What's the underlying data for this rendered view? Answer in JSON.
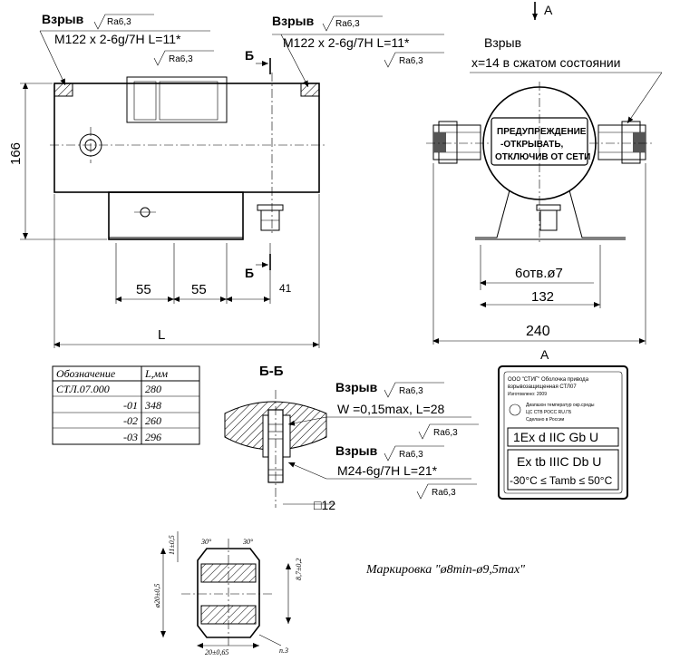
{
  "front_view": {
    "callout_left": {
      "label": "Взрыв",
      "roughness": "Ra6,3",
      "thread": "M122 x 2-6g/7H L=11*",
      "roughness2": "Ra6,3"
    },
    "callout_right": {
      "label": "Взрыв",
      "roughness": "Ra6,3",
      "thread": "M122 x 2-6g/7H L=11*",
      "roughness2": "Ra6,3"
    },
    "height_dim": "166",
    "dim_55_a": "55",
    "dim_55_b": "55",
    "dim_41": "41",
    "dim_L": "L",
    "section_mark_top": "Б",
    "section_mark_bottom": "Б"
  },
  "side_view": {
    "view_arrow": "А",
    "callout_label": "Взрыв",
    "callout_text": "x=14 в сжатом состоянии",
    "warning_lines": [
      "ПРЕДУПРЕЖДЕНИЕ",
      "-ОТКРЫВАТЬ,",
      "ОТКЛЮЧИВ ОТ СЕТИ"
    ],
    "holes_dim": "6отв.ø7",
    "dim_132": "132",
    "dim_240": "240"
  },
  "table": {
    "headers": [
      "Обозначение",
      "L,мм"
    ],
    "rows": [
      [
        "СТЛ.07.000",
        "280"
      ],
      [
        "-01",
        "348"
      ],
      [
        "-02",
        "260"
      ],
      [
        "-03",
        "296"
      ]
    ]
  },
  "section_bb": {
    "title": "Б-Б",
    "callout1": {
      "label": "Взрыв",
      "roughness": "Ra6,3",
      "text": "W =0,15max, L=28",
      "roughness2": "Ra6,3"
    },
    "callout2": {
      "label": "Взрыв",
      "roughness": "Ra6,3",
      "text": "M24-6g/7H L=21*",
      "roughness2": "Ra6,3"
    },
    "square_dim": "□12"
  },
  "plate": {
    "view_label": "А",
    "company_lines": [
      "ООО \"СТИГ\" Оболочка привода",
      "взрывозащищенная СТЛ07",
      "Изготовлено: 2009"
    ],
    "mid_lines": [
      "Диапазон температур окр.среды",
      "ЦС СТВ РОСС RU.ГБ",
      "Сделано в России"
    ],
    "marking1": "1Ex d  IIC  Gb U",
    "marking2": "Ex tb IIIC Db U",
    "marking3": "-30°C ≤ Tamb ≤ 50°C"
  },
  "bushing": {
    "angle1": "30°",
    "angle2": "30°",
    "dim_left_top": "11±0,5",
    "dim_left": "ø20±0,5",
    "dim_right": "8,7±0,2",
    "dim_bottom": "20±0,65",
    "dim_p3": "п.3"
  },
  "marking_note": "Маркировка  \"ø8min-ø9,5max\""
}
